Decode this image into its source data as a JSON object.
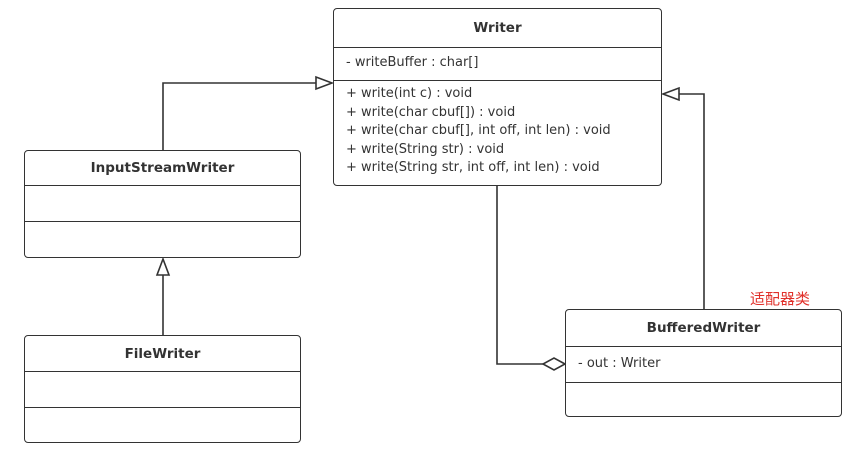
{
  "classes": {
    "writer": {
      "name": "Writer",
      "attributes": [
        "- writeBuffer : char[]"
      ],
      "methods": [
        "+ write(int c) : void",
        "+ write(char cbuf[]) : void",
        "+ write(char cbuf[], int off, int len) : void",
        "+ write(String str) : void",
        "+ write(String str, int off, int len) : void"
      ]
    },
    "inputstreamwriter": {
      "name": "InputStreamWriter",
      "attributes": [],
      "methods": []
    },
    "filewriter": {
      "name": "FileWriter",
      "attributes": [],
      "methods": []
    },
    "bufferedwriter": {
      "name": "BufferedWriter",
      "attributes": [
        "- out :  Writer"
      ],
      "methods": []
    }
  },
  "relations": [
    {
      "type": "generalization",
      "from": "InputStreamWriter",
      "to": "Writer"
    },
    {
      "type": "generalization",
      "from": "FileWriter",
      "to": "InputStreamWriter"
    },
    {
      "type": "generalization",
      "from": "BufferedWriter",
      "to": "Writer"
    },
    {
      "type": "aggregation",
      "from": "BufferedWriter",
      "to": "Writer"
    }
  ],
  "annotations": {
    "adapter_label": "适配器类"
  },
  "colors": {
    "stroke": "#333333",
    "annotation": "#e0302a",
    "background": "#ffffff"
  }
}
